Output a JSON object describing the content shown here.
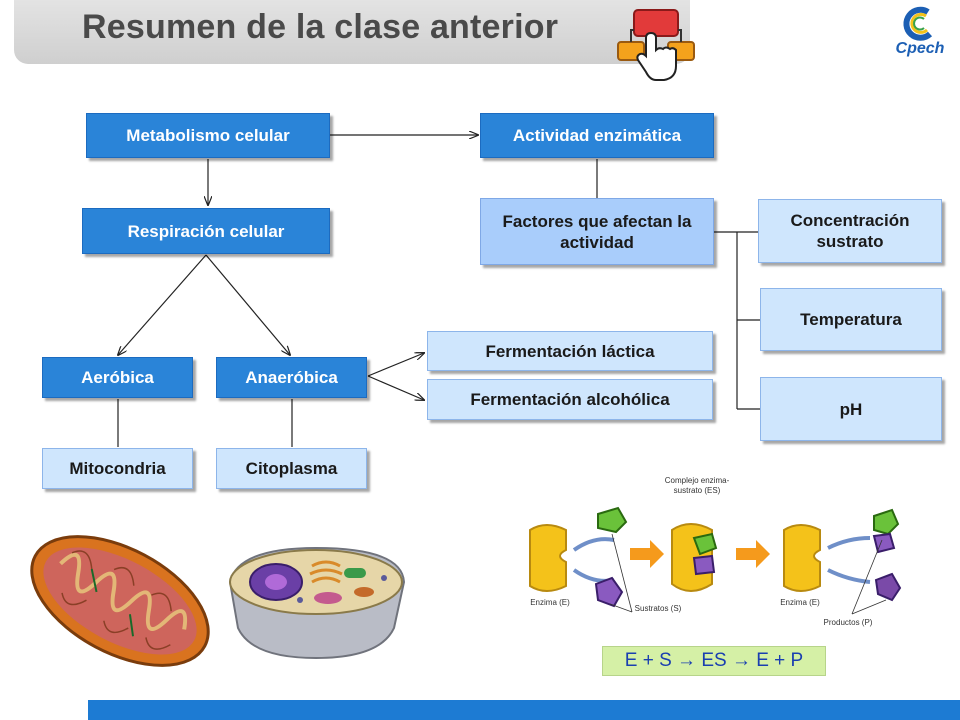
{
  "header": {
    "title": "Resumen de la clase anterior",
    "logo_text": "Cpech"
  },
  "diagram": {
    "metabolismo": "Metabolismo celular",
    "actividad": "Actividad enzimática",
    "respiracion": "Respiración celular",
    "factores": "Factores que afectan la actividad",
    "concentracion": "Concentración sustrato",
    "temperatura": "Temperatura",
    "ph": "pH",
    "aerobica": "Aeróbica",
    "anaerobica": "Anaeróbica",
    "ferm_lactica": "Fermentación láctica",
    "ferm_alcoholica": "Fermentación alcohólica",
    "mitocondria": "Mitocondria",
    "citoplasma": "Citoplasma"
  },
  "enzyme_figure": {
    "complex_label": "Complejo enzima-sustrato (ES)",
    "enzyme_label_1": "Enzima (E)",
    "substrates_label": "Sustratos (S)",
    "enzyme_label_2": "Enzima (E)",
    "products_label": "Productos (P)",
    "equation": "E + S → ES → E + P"
  },
  "colors": {
    "dark_box": "#2a84d8",
    "light_box": "#a9cdfb",
    "pale_box": "#cfe6fd",
    "bottom_bar": "#1d7bd3",
    "equation_bg": "#d5f0a6"
  }
}
